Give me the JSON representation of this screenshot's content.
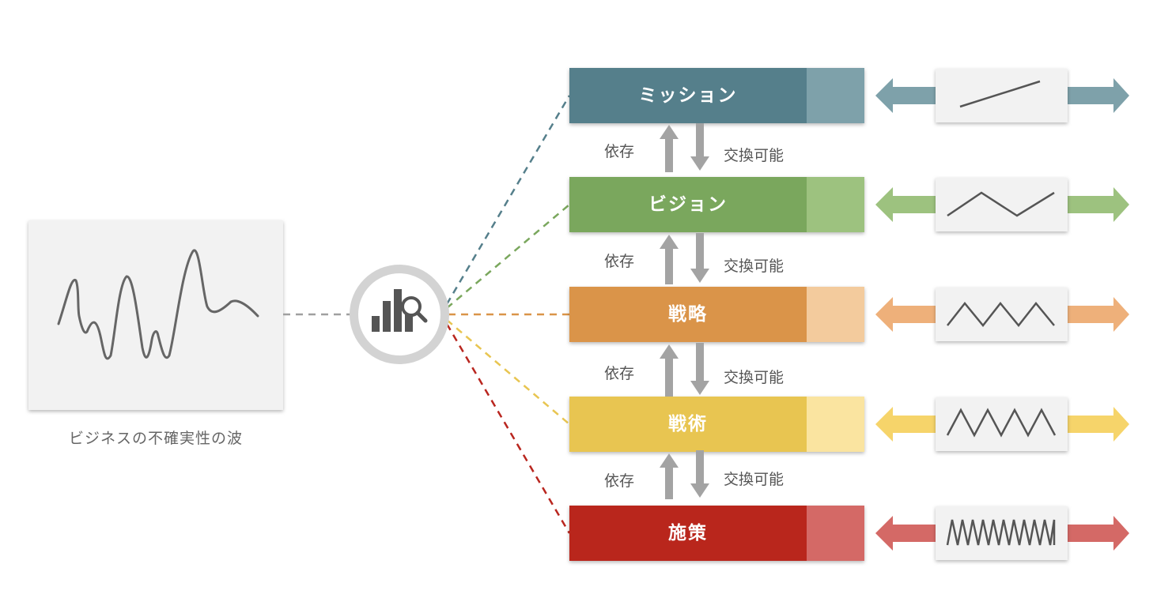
{
  "source_panel": {
    "caption": "ビジネスの不確実性の波"
  },
  "hub": {
    "icon": "bar-chart-magnifier-icon"
  },
  "levels": [
    {
      "label": "ミッション",
      "color": "#557f8b",
      "light": "#7ea1aa",
      "pattern": "straight-line-icon"
    },
    {
      "label": "ビジョン",
      "color": "#7aa75d",
      "light": "#9dc27f",
      "pattern": "single-peak-icon"
    },
    {
      "label": "戦略",
      "color": "#da9449",
      "light": "#f3cb9d",
      "pattern": "double-zigzag-icon"
    },
    {
      "label": "戦術",
      "color": "#e8c551",
      "light": "#fae4a0",
      "pattern": "triple-zigzag-icon"
    },
    {
      "label": "施策",
      "color": "#b9261f",
      "light": "#d46966",
      "pattern": "dense-zigzag-icon"
    }
  ],
  "relations": [
    {
      "up": "依存",
      "down": "交換可能"
    },
    {
      "up": "依存",
      "down": "交換可能"
    },
    {
      "up": "依存",
      "down": "交換可能"
    },
    {
      "up": "依存",
      "down": "交換可能"
    }
  ]
}
